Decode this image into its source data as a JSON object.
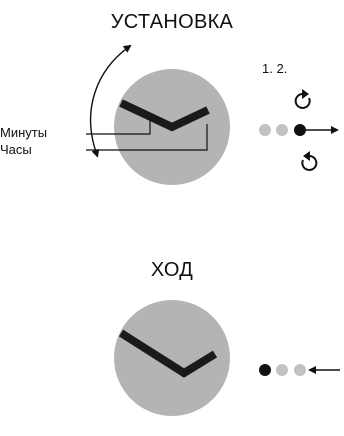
{
  "setting_section": {
    "title": "УСТАНОВКА",
    "step_labels": "1. 2.",
    "minute_hand_label": "Минуты",
    "hour_hand_label": "Часы"
  },
  "running_section": {
    "title": "ХОД"
  },
  "colors": {
    "dial": "#b4b4b4",
    "hands": "#1a1a1a",
    "inactive_position": "#c2c2c2",
    "active_position": "#111111"
  },
  "icons": {
    "set_crown_position": "crown-pulled-out-icon",
    "run_crown_position": "crown-pushed-in-icon",
    "rotate_forward": "clockwise-arrow-icon",
    "rotate_backward": "counterclockwise-arrow-icon",
    "hand_rotation": "curved-double-arrow-icon"
  }
}
